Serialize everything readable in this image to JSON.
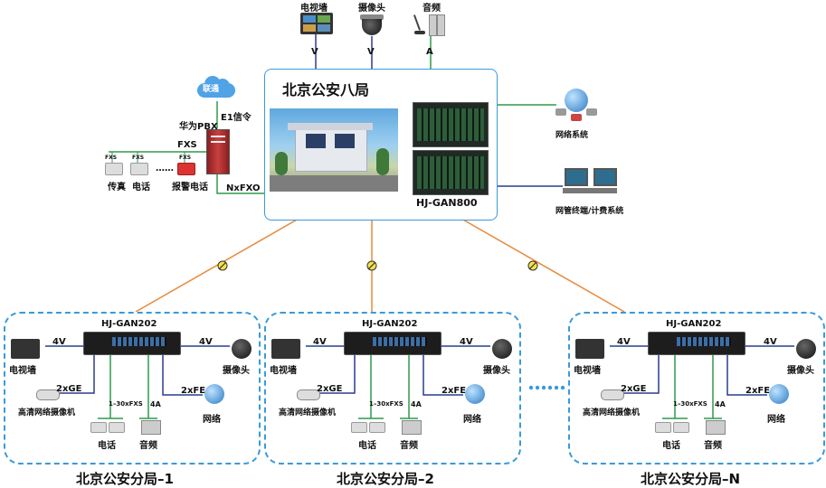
{
  "hq": {
    "title": "北京公安八局",
    "device_label": "HJ-GAN800",
    "top_devices": [
      {
        "label": "电视墙",
        "link": "V"
      },
      {
        "label": "摄像头",
        "link": "V"
      },
      {
        "label": "音频",
        "link": "A"
      }
    ],
    "pbx": {
      "cloud_label": "联通",
      "signal_label": "E1信令",
      "pbx_label": "华为PBX",
      "fxs_label": "FXS",
      "nxfxo_label": "NxFXO",
      "phone_fxs": [
        "FXS",
        "FXS",
        "FXS"
      ],
      "phones": [
        "传真",
        "电话",
        "报警电话"
      ],
      "ellipsis": "……"
    },
    "right_systems": [
      "网络系统",
      "网管终端/计费系统"
    ]
  },
  "branches": [
    {
      "title": "北京公安分局–1",
      "device": "HJ-GAN202",
      "tv_label": "电视墙",
      "tv_link": "4V",
      "cam_label": "摄像头",
      "cam_link": "4V",
      "ipcam_label": "高清网络摄像机",
      "ge_link": "2xGE",
      "fxs_link": "1–30xFXS",
      "audio_link": "4A",
      "fe_link": "2xFE",
      "phone_label": "电话",
      "audio_label": "音频",
      "net_label": "网络"
    },
    {
      "title": "北京公安分局–2",
      "device": "HJ-GAN202",
      "tv_label": "电视墙",
      "tv_link": "4V",
      "cam_label": "摄像头",
      "cam_link": "4V",
      "ipcam_label": "高清网络摄像机",
      "ge_link": "2xGE",
      "fxs_link": "1–30xFXS",
      "audio_link": "4A",
      "fe_link": "2xFE",
      "phone_label": "电话",
      "audio_label": "音频",
      "net_label": "网络"
    },
    {
      "title": "北京公安分局–N",
      "device": "HJ-GAN202",
      "tv_label": "电视墙",
      "tv_link": "4V",
      "cam_label": "摄像头",
      "cam_link": "4V",
      "ipcam_label": "高清网络摄像机",
      "ge_link": "2xGE",
      "fxs_link": "1–30xFXS",
      "audio_link": "4A",
      "fe_link": "2xFE",
      "phone_label": "电话",
      "audio_label": "音频",
      "net_label": "网络"
    }
  ],
  "colors": {
    "frame": "#3a9ad9",
    "wan_link": "#e8893a",
    "line_green": "#2e9a4a",
    "line_navy": "#2a3d8f"
  }
}
